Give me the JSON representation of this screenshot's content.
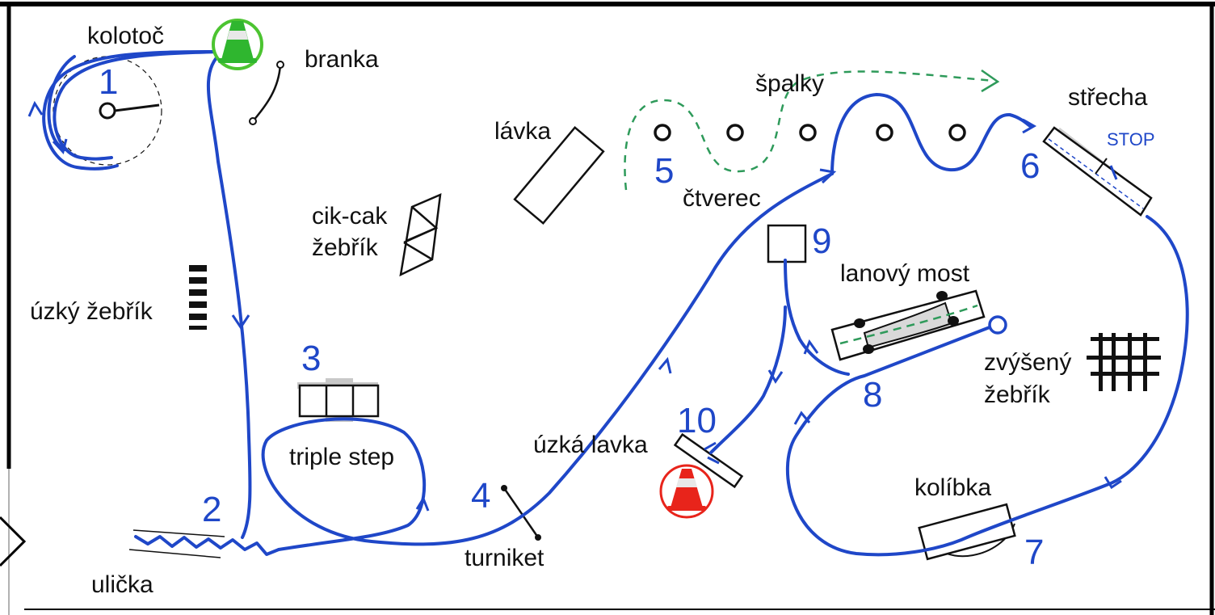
{
  "colors": {
    "route": "#1f47c8",
    "dashed_route": "#2e9a5a",
    "start_ring": "#4cc431",
    "finish_ring": "#e8241b",
    "cone": "#2fb62f",
    "cone_finish": "#e8241b",
    "obstacle": "#111111"
  },
  "icons": {
    "start": "traffic-cone-icon",
    "finish": "traffic-cone-icon"
  },
  "labels": {
    "kolotoc": "kolotoč",
    "branka": "branka",
    "spalky": "špalky",
    "strecha": "střecha",
    "lavka": "lávka",
    "cik_cak_1": "cik-cak",
    "cik_cak_2": "žebřík",
    "ctverec": "čtverec",
    "uzky_zebrik": "úzký žebřík",
    "lanovy_most": "lanový most",
    "zvyseny_1": "zvýšený",
    "zvyseny_2": "žebřík",
    "triple_step": "triple step",
    "uzka_lavka": "úzká lavka",
    "turniket": "turniket",
    "kolibka": "kolíbka",
    "ulicka": "ulička",
    "stop": "STOP"
  },
  "numbers": [
    "1",
    "2",
    "3",
    "4",
    "5",
    "6",
    "7",
    "8",
    "9",
    "10"
  ]
}
